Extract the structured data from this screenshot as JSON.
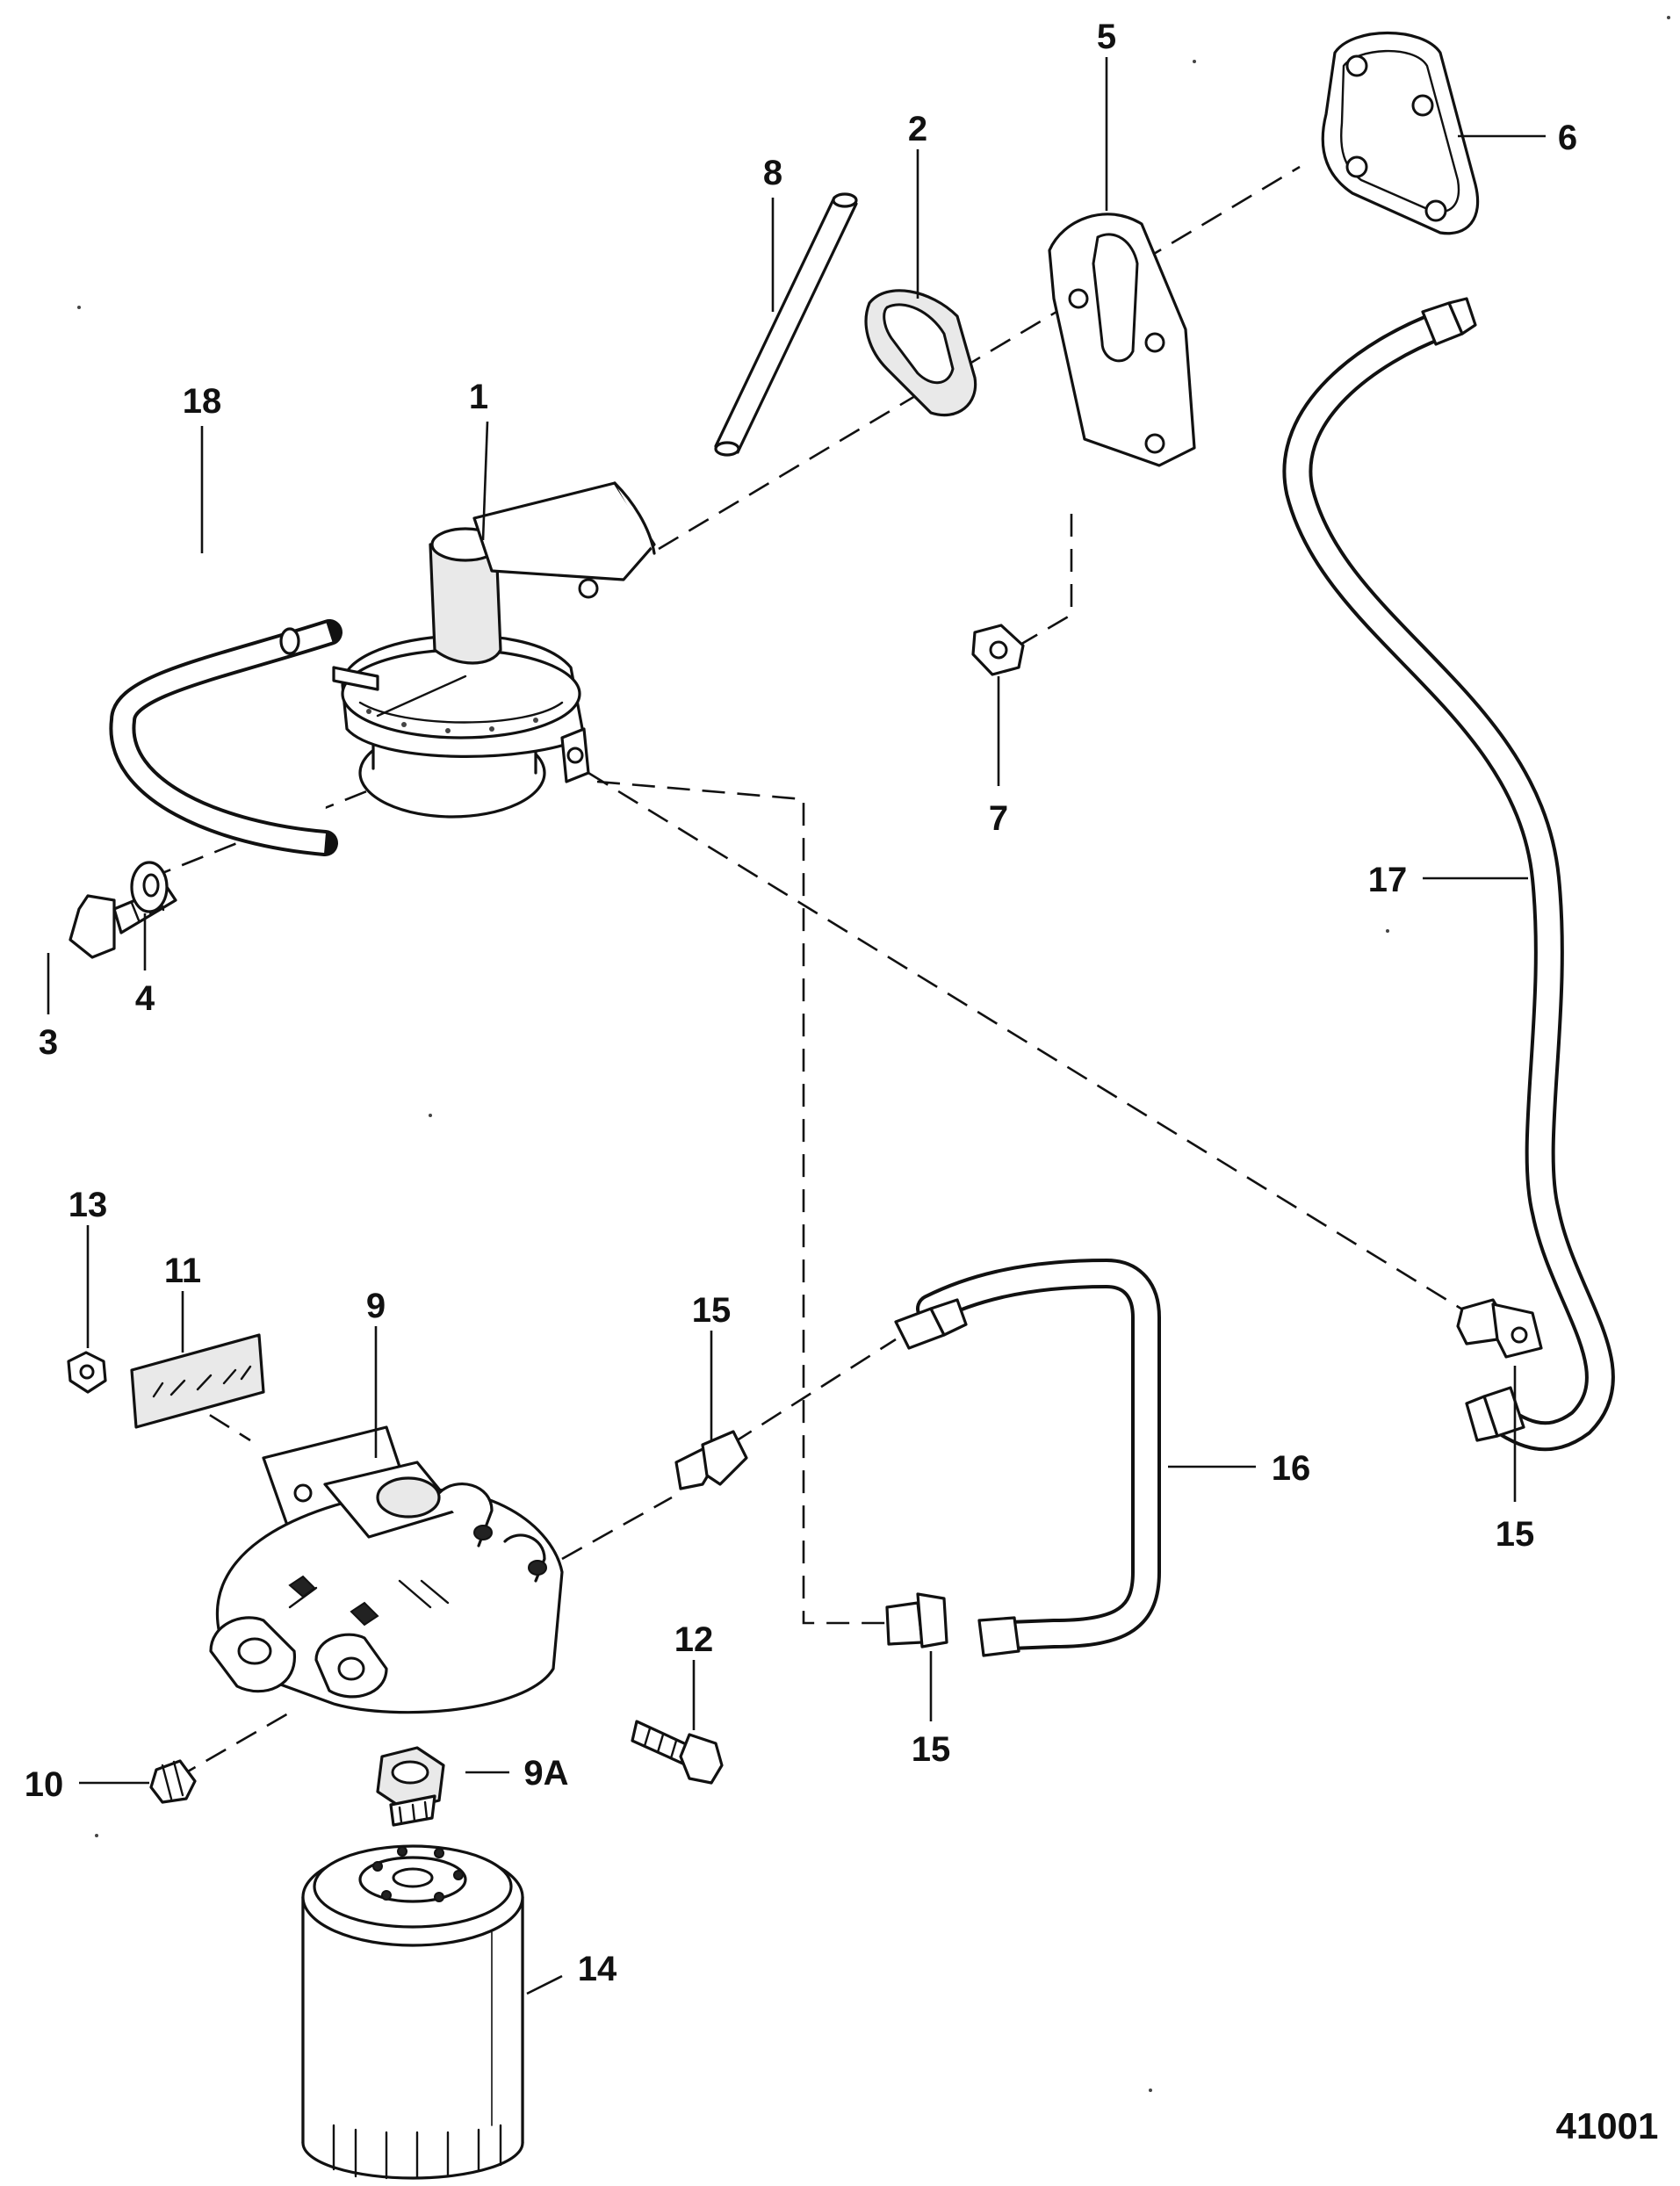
{
  "callouts": {
    "c1": "1",
    "c2": "2",
    "c3": "3",
    "c4": "4",
    "c5": "5",
    "c6": "6",
    "c7": "7",
    "c8": "8",
    "c9": "9",
    "c9a": "9A",
    "c10": "10",
    "c11": "11",
    "c12": "12",
    "c13": "13",
    "c14": "14",
    "c15a": "15",
    "c15b": "15",
    "c15c": "15",
    "c16": "16",
    "c17": "17",
    "c18": "18"
  },
  "figure_id": "41001",
  "parts": [
    {
      "ref": "1",
      "icon": "fuel-pump-icon"
    },
    {
      "ref": "2",
      "icon": "gasket-icon"
    },
    {
      "ref": "3",
      "icon": "bolt-icon"
    },
    {
      "ref": "4",
      "icon": "washer-icon"
    },
    {
      "ref": "5",
      "icon": "plate-icon"
    },
    {
      "ref": "6",
      "icon": "cover-plate-icon"
    },
    {
      "ref": "7",
      "icon": "plug-icon"
    },
    {
      "ref": "8",
      "icon": "pushrod-icon"
    },
    {
      "ref": "9",
      "icon": "filter-bracket-icon"
    },
    {
      "ref": "9A",
      "icon": "adapter-fitting-icon"
    },
    {
      "ref": "10",
      "icon": "pipe-plug-icon"
    },
    {
      "ref": "11",
      "icon": "decal-icon"
    },
    {
      "ref": "12",
      "icon": "bolt-icon"
    },
    {
      "ref": "13",
      "icon": "nut-icon"
    },
    {
      "ref": "14",
      "icon": "fuel-filter-icon"
    },
    {
      "ref": "15",
      "icon": "fitting-icon"
    },
    {
      "ref": "16",
      "icon": "fuel-line-icon"
    },
    {
      "ref": "17",
      "icon": "fuel-line-icon"
    },
    {
      "ref": "18",
      "icon": "hose-icon"
    }
  ]
}
